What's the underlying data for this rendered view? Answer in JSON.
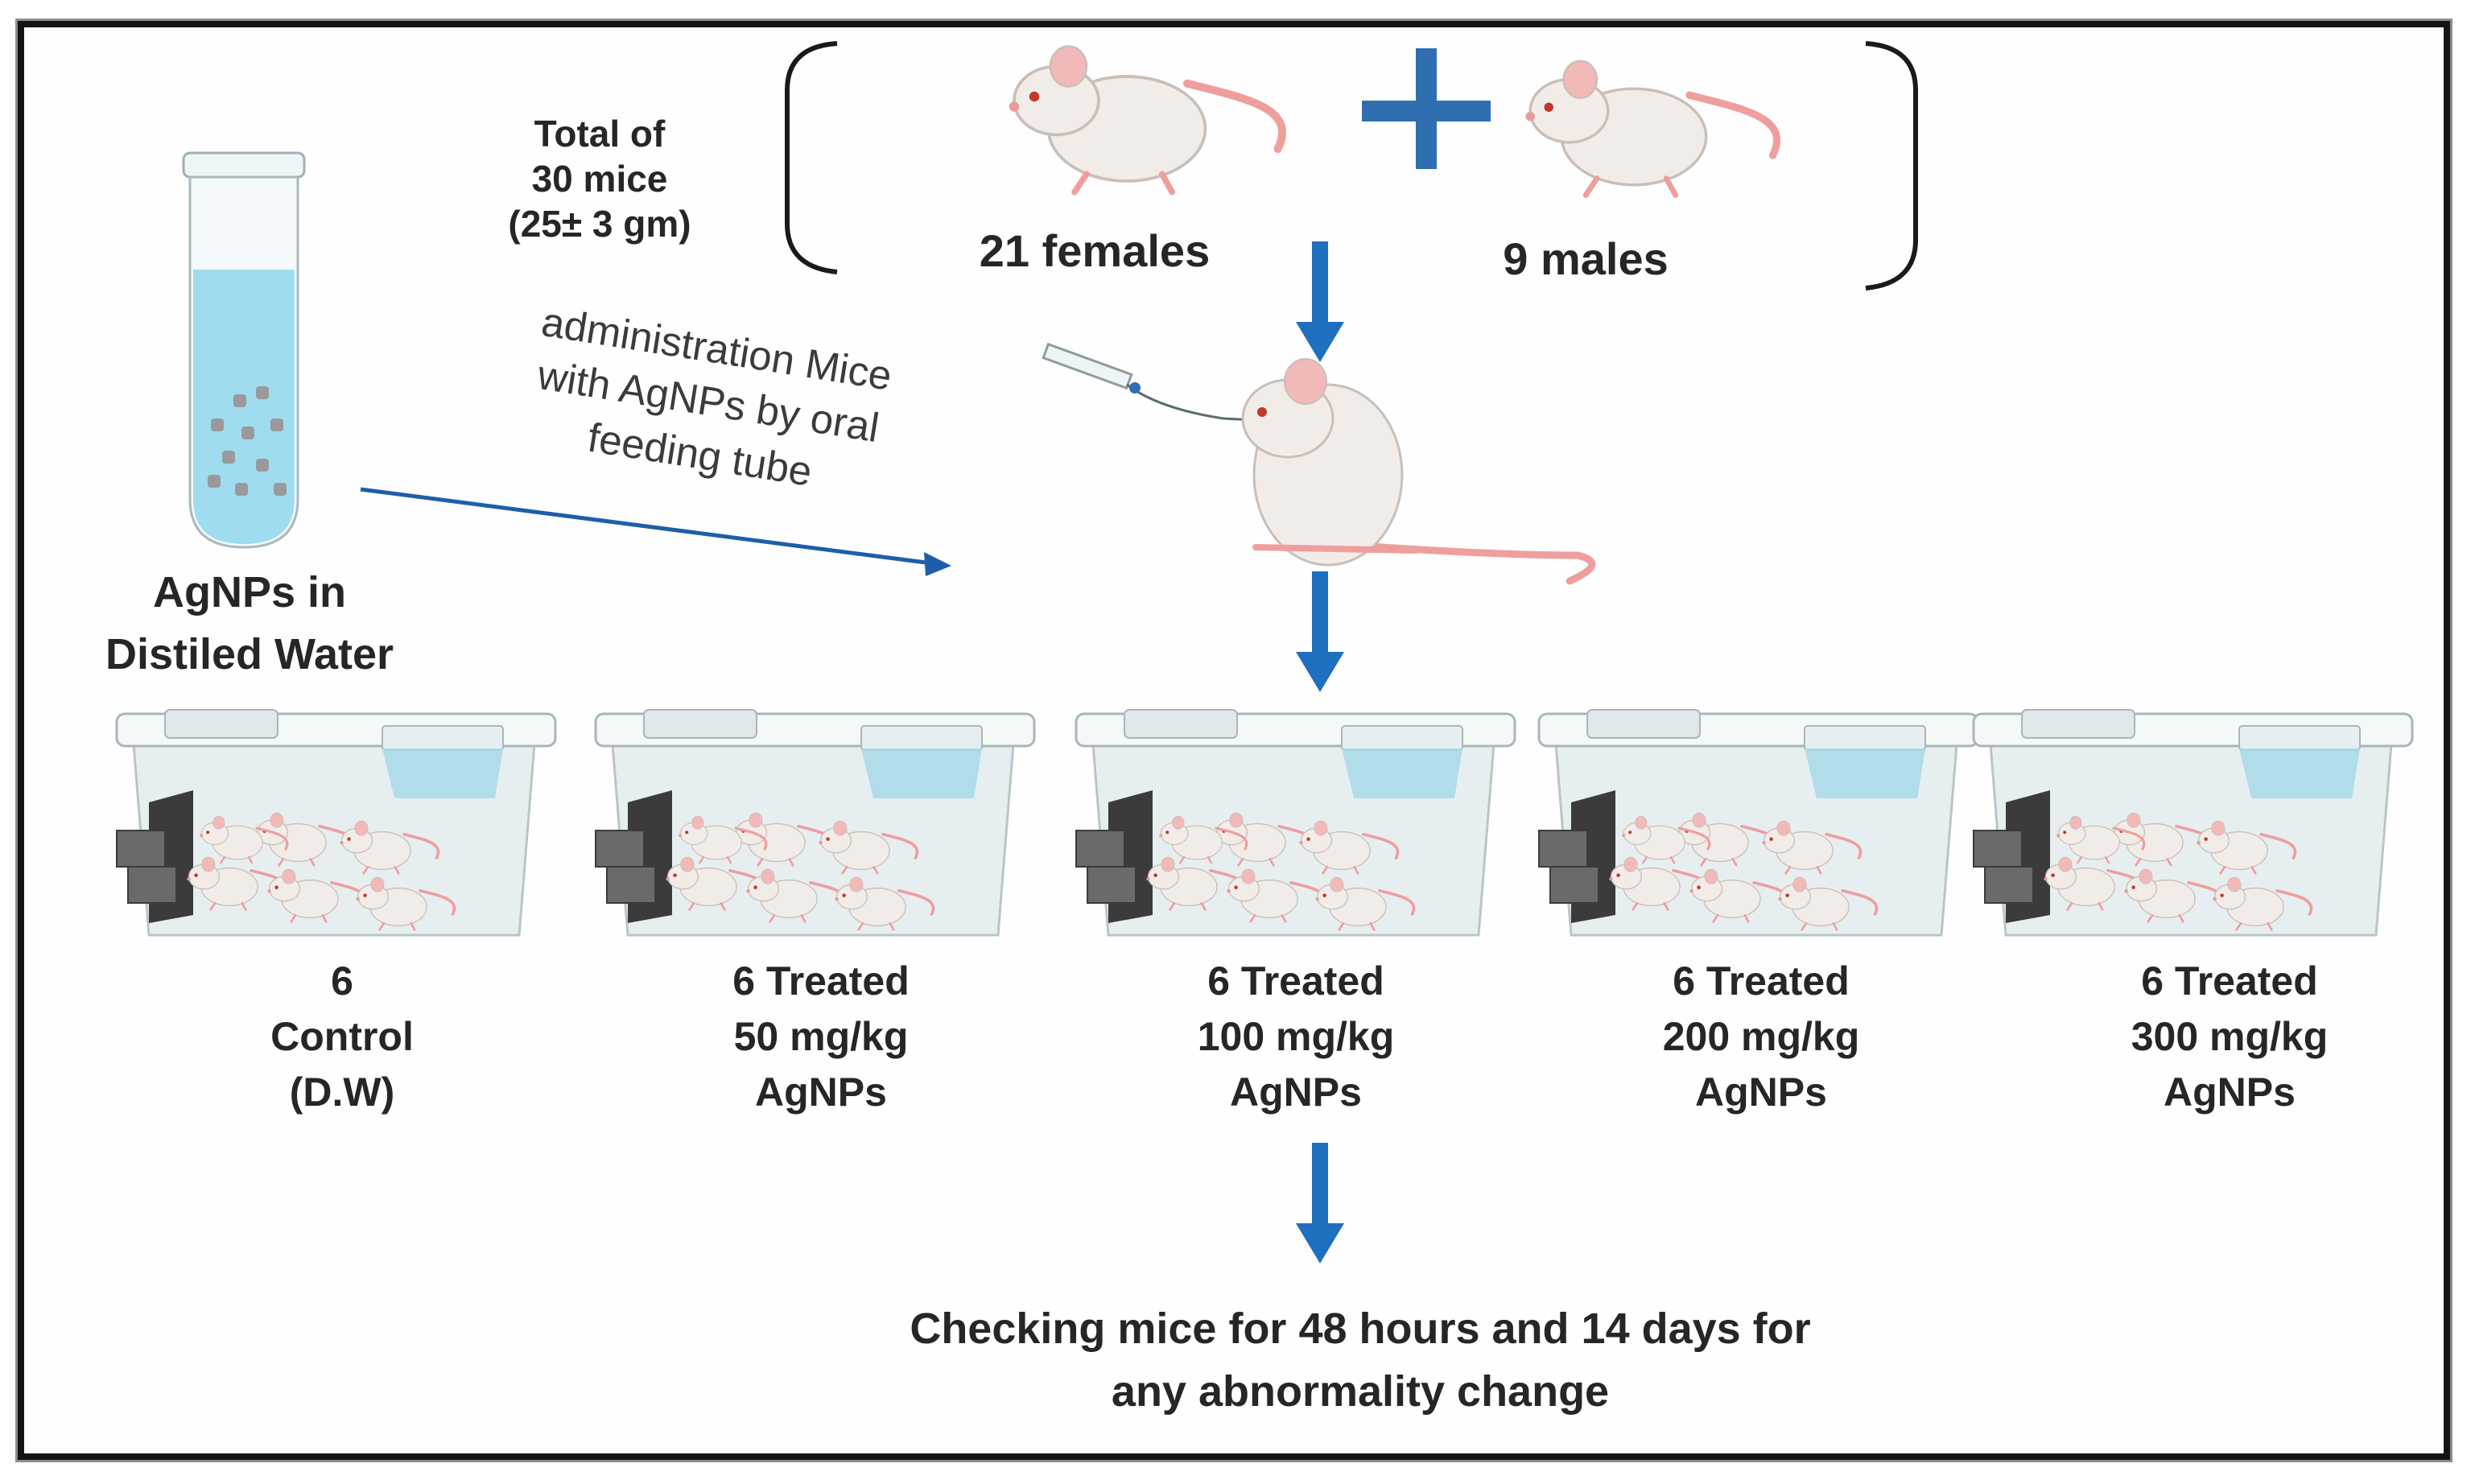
{
  "header": {
    "total_label": "Total of\n30 mice\n(25± 3 gm)",
    "females_label": "21 females",
    "males_label": "9 males"
  },
  "solution": {
    "label": "AgNPs in\nDistiled Water"
  },
  "administration": {
    "label": "administration Mice\nwith AgNPs by oral\nfeeding tube"
  },
  "groups": [
    {
      "label": "6\nControl\n(D.W)"
    },
    {
      "label": "6 Treated\n50 mg/kg\nAgNPs"
    },
    {
      "label": "6 Treated\n100 mg/kg\nAgNPs"
    },
    {
      "label": "6 Treated\n200 mg/kg\nAgNPs"
    },
    {
      "label": "6 Treated\n300 mg/kg\nAgNPs"
    }
  ],
  "outcome": {
    "label": "Checking  mice for 48 hours  and 14 days for\nany abnormality  change"
  },
  "colors": {
    "arrow_blue": "#1f6fc0",
    "plus_blue": "#2f6fb1",
    "fur": "#f2ede9",
    "skin_pink": "#f0a8a8",
    "liquid": "#9fdcf0",
    "cage_plastic": "#dde7ea",
    "frame_black": "#141414"
  },
  "icons": [
    "test-tube-icon",
    "mouse-icon",
    "syringe-icon",
    "cage-icon",
    "plus-icon",
    "arrow-down-icon"
  ]
}
